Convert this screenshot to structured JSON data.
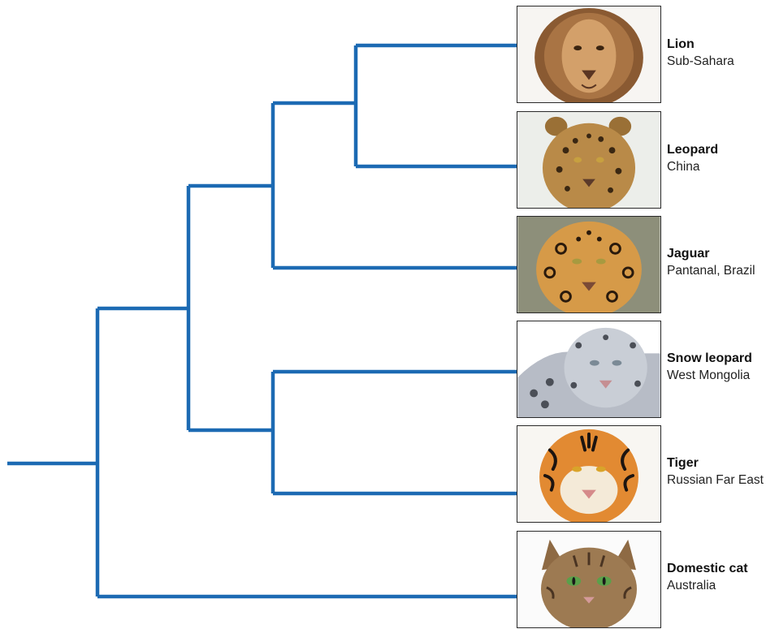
{
  "colors": {
    "branch": "#1c6ab3",
    "frame": "#2a2a2a"
  },
  "taxa": [
    {
      "name": "Lion",
      "location": "Sub-Sahara",
      "icon": "lion-photo"
    },
    {
      "name": "Leopard",
      "location": "China",
      "icon": "leopard-photo"
    },
    {
      "name": "Jaguar",
      "location": "Pantanal, Brazil",
      "icon": "jaguar-photo"
    },
    {
      "name": "Snow leopard",
      "location": "West Mongolia",
      "icon": "snow-leopard-photo"
    },
    {
      "name": "Tiger",
      "location": "Russian Far East",
      "icon": "tiger-photo"
    },
    {
      "name": "Domestic cat",
      "location": "Australia",
      "icon": "domestic-cat-photo"
    }
  ]
}
